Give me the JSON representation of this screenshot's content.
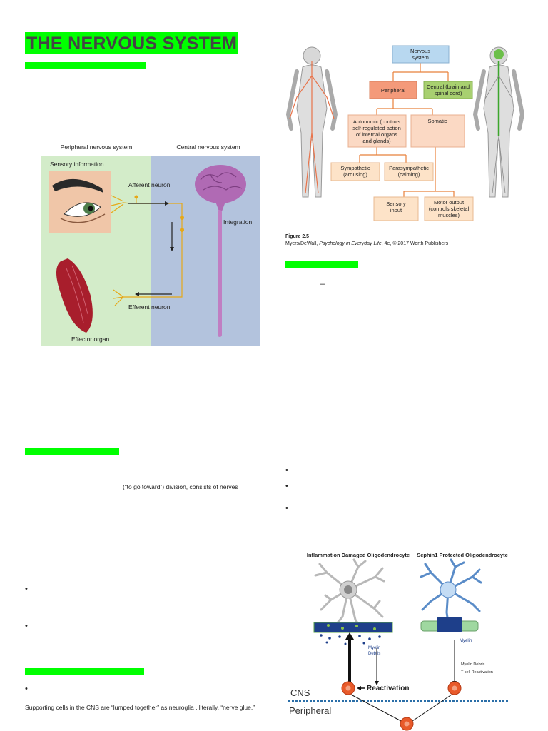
{
  "heading": {
    "title": "THE NERVOUS SYSTEM"
  },
  "nervous_diagram": {
    "pns_header": "Peripheral nervous system",
    "cns_header": "Central nervous system",
    "sensory_info": "Sensory information",
    "afferent": "Afferent neuron",
    "integration": "Integration",
    "efferent": "Efferent neuron",
    "effector": "Effector organ"
  },
  "flowchart": {
    "nodes": {
      "nervous_system": [
        "Nervous",
        "system"
      ],
      "peripheral": "Peripheral",
      "central": [
        "Central (brain and",
        "spinal cord)"
      ],
      "autonomic": [
        "Autonomic (controls",
        "self-regulated action",
        "of internal organs",
        "and glands)"
      ],
      "somatic": "Somatic",
      "sympathetic": [
        "Sympathetic",
        "(arousing)"
      ],
      "parasympathetic": [
        "Parasympathetic",
        "(calming)"
      ],
      "sensory_input": [
        "Sensory",
        "input"
      ],
      "motor_output": [
        "Motor output",
        "(controls skeletal",
        "muscles)"
      ]
    },
    "figure_label": "Figure 2.5",
    "citation_authors": "Myers/DeWall, ",
    "citation_title": "Psychology in Everyday Life",
    "citation_rest": ", 4e, © 2017 Worth Publishers"
  },
  "text": {
    "dash": "–",
    "afferent_line": "(“to go toward”) division, consists of nerves",
    "neuroglia_line": "Supporting cells in the CNS are “lumped together” as neuroglia , literally, “nerve glue,”",
    "bullet": "•"
  },
  "oligo": {
    "left_title": "Inflammation Damaged Oligodendrocyte",
    "right_title": "Sephin1 Protected Oligodendrocyte",
    "myelin_debris": [
      "Myelin",
      "Debris"
    ],
    "myelin": "Myelin",
    "debris_small": "Myelin Debris",
    "tcell": "T cell Reactivation",
    "reactivation": "Reactivation",
    "cns": "CNS",
    "peripheral": "Peripheral"
  }
}
